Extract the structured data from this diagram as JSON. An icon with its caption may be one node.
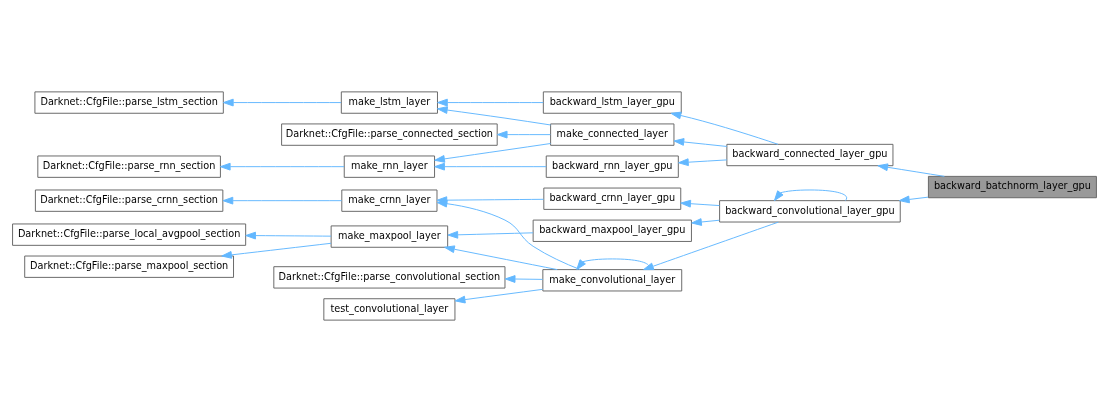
{
  "diagram": {
    "nodes": [
      {
        "text": [
          "backward_batchnorm_layer_gpu"
        ]
      },
      {
        "text": [
          "backward_connected_layer_gpu"
        ]
      },
      {
        "text": [
          "backward_convolutional_layer_gpu"
        ]
      },
      {
        "text": [
          "backward_lstm_layer_gpu"
        ]
      },
      {
        "text": [
          "make_connected_layer"
        ]
      },
      {
        "text": [
          "backward_rnn_layer_gpu"
        ]
      },
      {
        "text": [
          "backward_crnn_layer_gpu"
        ]
      },
      {
        "text": [
          "backward_maxpool_layer_gpu"
        ]
      },
      {
        "text": [
          "make_convolutional_layer"
        ]
      },
      {
        "text": [
          "make_lstm_layer"
        ]
      },
      {
        "text": [
          "make_rnn_layer"
        ]
      },
      {
        "text": [
          "make_crnn_layer"
        ]
      },
      {
        "text": [
          "make_maxpool_layer"
        ]
      },
      {
        "text": [
          "test_convolutional_layer"
        ]
      },
      {
        "text": [
          "Darknet::CfgFile::parse_lstm_section"
        ]
      },
      {
        "text": [
          "Darknet::CfgFile::parse_connected_section"
        ]
      },
      {
        "text": [
          "Darknet::CfgFile::parse_rnn_section"
        ]
      },
      {
        "text": [
          "Darknet::CfgFile::parse_crnn_section"
        ]
      },
      {
        "text": [
          "Darknet::CfgFile::parse_maxpool_section"
        ]
      },
      {
        "text": [
          "Darknet::CfgFile::parse_local_avgpool_section"
        ]
      },
      {
        "text": [
          "Darknet::CfgFile::parse_convolutional_section"
        ]
      }
    ],
    "edges": [
      {
        "from": 0,
        "to": 1,
        "arrow": "to"
      },
      {
        "from": 0,
        "to": 2,
        "arrow": "to"
      },
      {
        "from": 1,
        "to": 3,
        "arrow": "to"
      },
      {
        "from": 1,
        "to": 4,
        "arrow": "to"
      },
      {
        "from": 1,
        "to": 5,
        "arrow": "to"
      },
      {
        "from": 2,
        "to": 2,
        "arrow": "to"
      },
      {
        "from": 2,
        "to": 6,
        "arrow": "to"
      },
      {
        "from": 2,
        "to": 7,
        "arrow": "to"
      },
      {
        "from": 2,
        "to": 8,
        "arrow": "to"
      },
      {
        "from": 3,
        "to": 9,
        "arrow": "to"
      },
      {
        "from": 4,
        "to": 9,
        "arrow": "to"
      },
      {
        "from": 4,
        "to": 15,
        "arrow": "to"
      },
      {
        "from": 4,
        "to": 10,
        "arrow": "to"
      },
      {
        "from": 5,
        "to": 10,
        "arrow": "to"
      },
      {
        "from": 6,
        "to": 11,
        "arrow": "to"
      },
      {
        "from": 7,
        "to": 12,
        "arrow": "to"
      },
      {
        "from": 8,
        "to": 8,
        "arrow": "to"
      },
      {
        "from": 8,
        "to": 11,
        "arrow": "to"
      },
      {
        "from": 8,
        "to": 12,
        "arrow": "to"
      },
      {
        "from": 8,
        "to": 13,
        "arrow": "to"
      },
      {
        "from": 8,
        "to": 20,
        "arrow": "to"
      },
      {
        "from": 9,
        "to": 14,
        "arrow": "to"
      },
      {
        "from": 10,
        "to": 16,
        "arrow": "to"
      },
      {
        "from": 11,
        "to": 17,
        "arrow": "to"
      },
      {
        "from": 12,
        "to": 18,
        "arrow": "to"
      },
      {
        "from": 12,
        "to": 19,
        "arrow": "to"
      }
    ]
  }
}
